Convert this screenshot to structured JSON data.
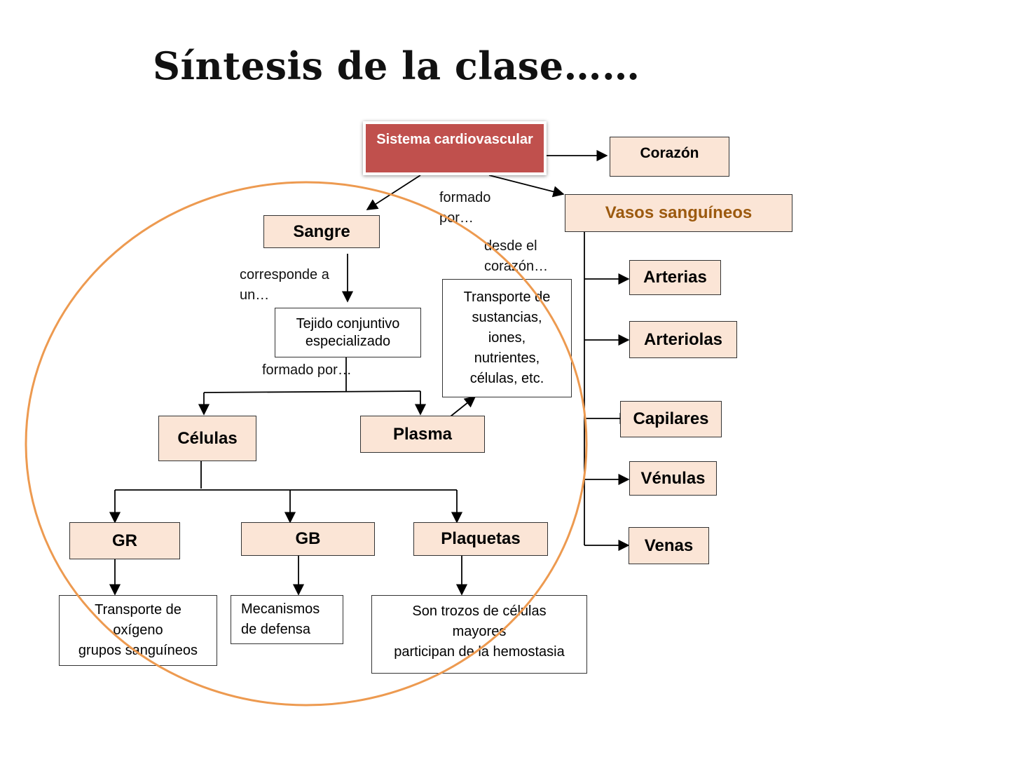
{
  "title": "Síntesis de la clase……",
  "nodes": {
    "root": "Sistema cardiovascular",
    "corazon": "Corazón",
    "vasos": "Vasos sanguíneos",
    "sangre": "Sangre",
    "tejido": "Tejido conjuntivo\nespecializado",
    "transporte_plasma": "Transporte de\nsustancias,\niones,\nnutrientes,\ncélulas, etc.",
    "celulas": "Células",
    "plasma": "Plasma",
    "gr": "GR",
    "gb": "GB",
    "plaquetas": "Plaquetas",
    "gr_desc": "Transporte de\noxígeno\ngrupos sanguíneos",
    "gb_desc": "Mecanismos\nde defensa",
    "plaquetas_desc": "Son trozos de células\nmayores\nparticipan de la hemostasia",
    "arterias": "Arterias",
    "arteriolas": "Arteriolas",
    "capilares": "Capilares",
    "venulas": "Vénulas",
    "venas": "Venas"
  },
  "labels": {
    "formado_por_top": "formado\npor…",
    "desde_corazon": "desde el\ncorazón…",
    "corresponde": "corresponde a\nun…",
    "formado_por_tejido": "formado por…"
  },
  "colors": {
    "root_fill": "#c0504d",
    "node_fill": "#fbe5d6",
    "vasos_text": "#9c5a0f",
    "circle": "#ed9a50"
  }
}
